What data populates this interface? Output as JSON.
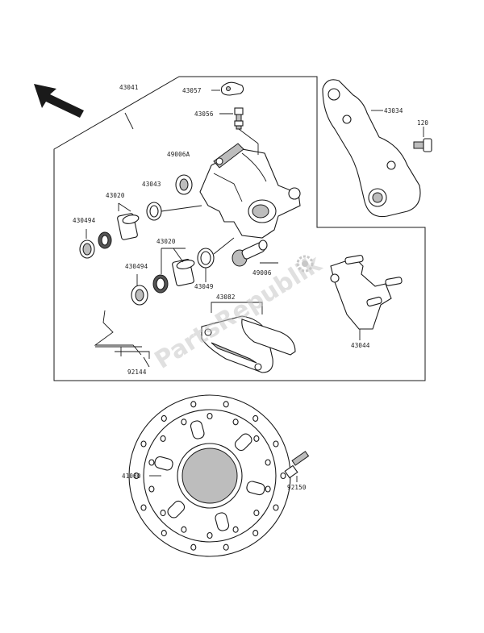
{
  "watermark": "PartsRepublik",
  "labels": {
    "l43041": "43041",
    "l43057": "43057",
    "l43056": "43056",
    "l43034": "43034",
    "l120": "120",
    "l49006A": "49006A",
    "l43043": "43043",
    "l43020a": "43020",
    "l430494a": "430494",
    "l43020b": "43020",
    "l430494b": "430494",
    "l43049": "43049",
    "l49006": "49006",
    "l43082": "43082",
    "l43044": "43044",
    "l92144": "92144",
    "l41080": "41080",
    "l92150": "92150"
  }
}
